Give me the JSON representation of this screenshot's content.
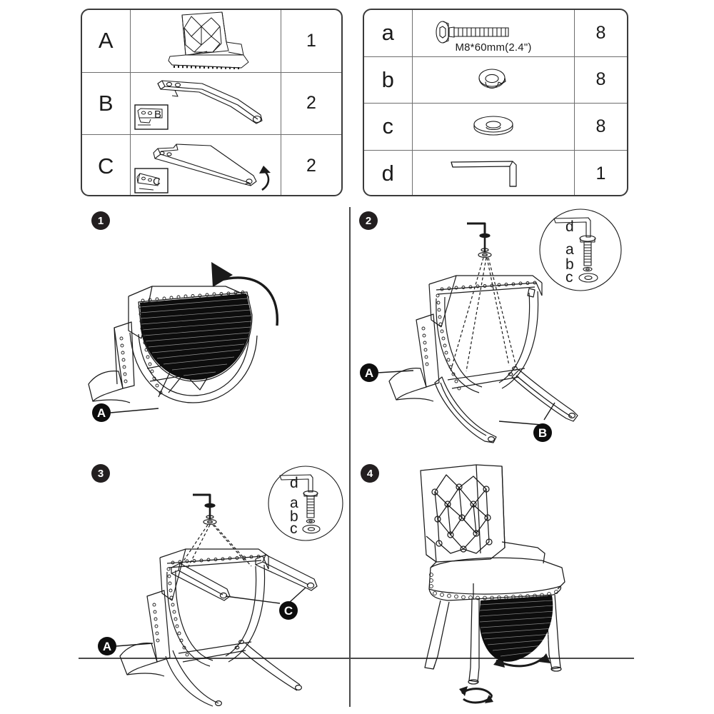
{
  "document": {
    "type": "furniture-assembly-instructions",
    "product": "Tufted Upholstered Dining Chair"
  },
  "parts_table": {
    "name": "major-parts",
    "rows": [
      {
        "code": "A",
        "icon": "chair-seat-back-assembly",
        "qty": "1"
      },
      {
        "code": "B",
        "icon": "curved-front-leg",
        "qty": "2"
      },
      {
        "code": "C",
        "icon": "straight-rear-leg",
        "qty": "2"
      }
    ]
  },
  "hardware_table": {
    "name": "hardware-parts",
    "rows": [
      {
        "code": "a",
        "icon": "hex-bolt",
        "spec": "M8*60mm(2.4\")",
        "qty": "8"
      },
      {
        "code": "b",
        "icon": "spring-lock-washer",
        "spec": "",
        "qty": "8"
      },
      {
        "code": "c",
        "icon": "flat-washer",
        "spec": "",
        "qty": "8"
      },
      {
        "code": "d",
        "icon": "hex-allen-key",
        "spec": "",
        "qty": "1"
      }
    ]
  },
  "steps": [
    {
      "number": "1",
      "callouts": [
        {
          "label": "A",
          "target": "chair-body"
        }
      ],
      "hardware_bubble": [],
      "annotations": {
        "rotation_arrow": "flip-chair-upside-down"
      }
    },
    {
      "number": "2",
      "callouts": [
        {
          "label": "A",
          "target": "chair-body"
        },
        {
          "label": "B",
          "target": "curved-front-legs"
        }
      ],
      "hardware_bubble": [
        "d",
        "a",
        "b",
        "c"
      ],
      "annotations": {
        "tool": "hex-allen-key",
        "fasteners": "bolt-lockwasher-flatwasher"
      }
    },
    {
      "number": "3",
      "callouts": [
        {
          "label": "A",
          "target": "chair-body"
        },
        {
          "label": "C",
          "target": "straight-rear-legs"
        }
      ],
      "hardware_bubble": [
        "d",
        "a",
        "b",
        "c"
      ],
      "annotations": {
        "tool": "hex-allen-key",
        "fasteners": "bolt-lockwasher-flatwasher"
      }
    },
    {
      "number": "4",
      "callouts": [],
      "hardware_bubble": [],
      "annotations": {
        "rotation_arrow": "turn-chair-upright-and-level-feet"
      }
    }
  ],
  "colors": {
    "line": "#1a1a1a",
    "badge_fill": "#231f20",
    "badge_text": "#ffffff",
    "table_border": "#3a3a3a",
    "table_divider": "#6e6e6e",
    "background": "#ffffff",
    "shade_fill": "#0d0d0d"
  }
}
